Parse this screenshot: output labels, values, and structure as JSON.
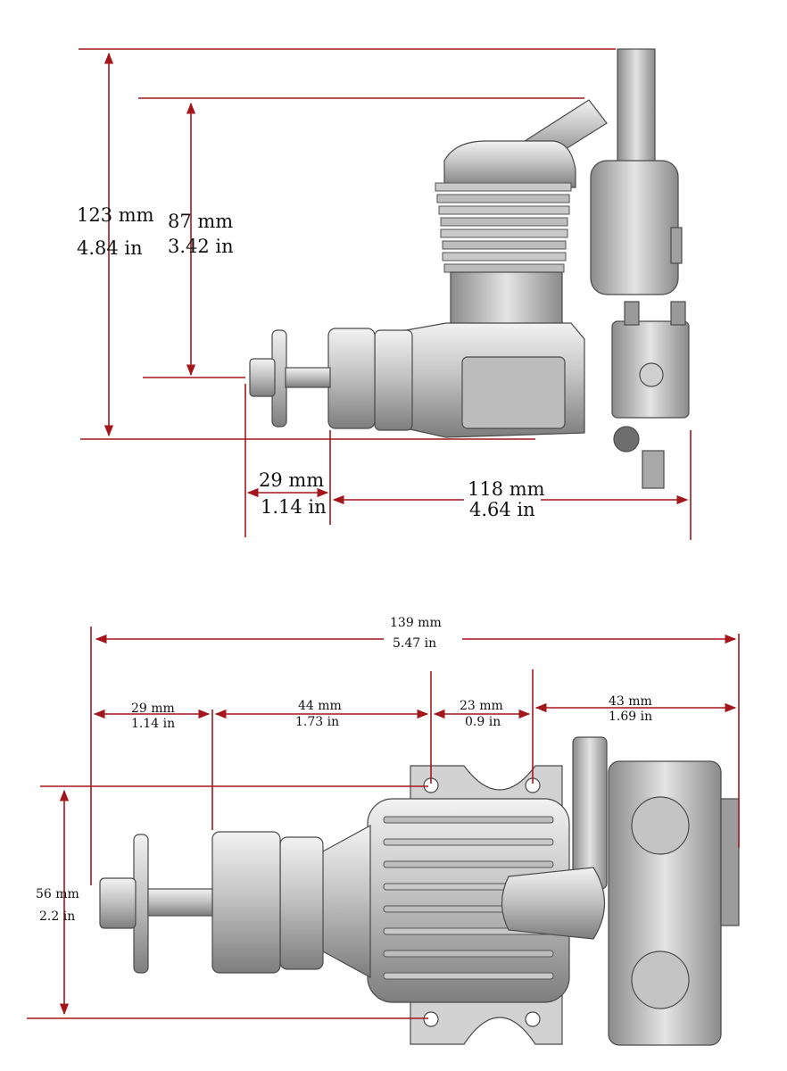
{
  "colors": {
    "dimension_line": "#a3161c",
    "metal_light": "#dcdcdc",
    "metal_mid": "#b9b9b9",
    "metal_dark": "#8e8e8e",
    "text": "#111111"
  },
  "side_view": {
    "overall_height": {
      "mm": "123 mm",
      "in": "4.84 in"
    },
    "shaft_height": {
      "mm": "87 mm",
      "in": "3.42 in"
    },
    "prop_offset": {
      "mm": "29 mm",
      "in": "1.14 in"
    },
    "body_length": {
      "mm": "118 mm",
      "in": "4.64 in"
    }
  },
  "top_view": {
    "overall_length": {
      "mm": "139 mm",
      "in": "5.47 in"
    },
    "prop_offset": {
      "mm": "29 mm",
      "in": "1.14 in"
    },
    "front_to_mount": {
      "mm": "44 mm",
      "in": "1.73 in"
    },
    "mount_spacing": {
      "mm": "23 mm",
      "in": "0.9 in"
    },
    "mount_to_rear": {
      "mm": "43 mm",
      "in": "1.69 in"
    },
    "mount_width": {
      "mm": "56 mm",
      "in": "2.2 in"
    }
  }
}
